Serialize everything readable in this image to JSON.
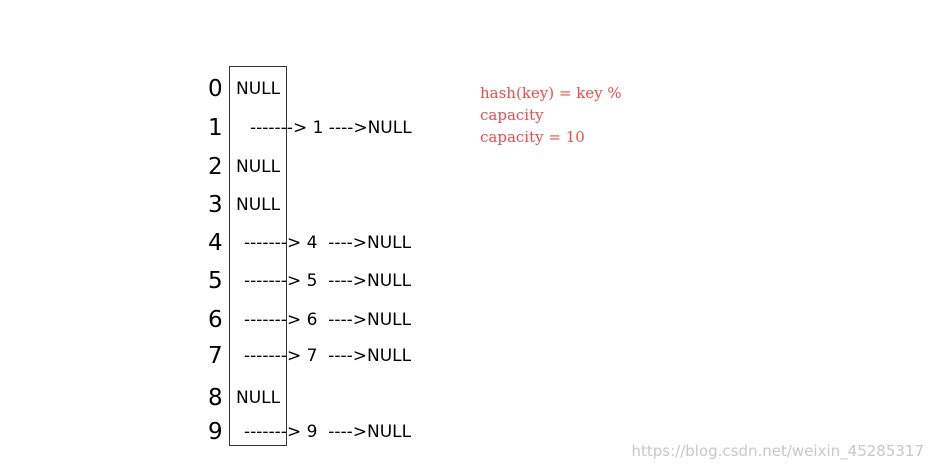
{
  "rows": [
    {
      "index": "0",
      "null_cell": "NULL",
      "chain": ""
    },
    {
      "index": "1",
      "null_cell": "",
      "chain": "-------> 1 ---->NULL"
    },
    {
      "index": "2",
      "null_cell": "NULL",
      "chain": ""
    },
    {
      "index": "3",
      "null_cell": "NULL",
      "chain": ""
    },
    {
      "index": "4",
      "null_cell": "",
      "chain": "-------> 4  ---->NULL"
    },
    {
      "index": "5",
      "null_cell": "",
      "chain": "-------> 5  ---->NULL"
    },
    {
      "index": "6",
      "null_cell": "",
      "chain": "-------> 6  ---->NULL"
    },
    {
      "index": "7",
      "null_cell": "",
      "chain": "-------> 7  ---->NULL"
    },
    {
      "index": "8",
      "null_cell": "NULL",
      "chain": ""
    },
    {
      "index": "9",
      "null_cell": "",
      "chain": "-------> 9  ---->NULL"
    }
  ],
  "formula": {
    "line1": "hash(key) = key %",
    "line2": "capacity",
    "line3": "capacity = 10"
  },
  "watermark": "https://blog.csdn.net/weixin_45285317",
  "colors": {
    "formula": "#f04a4a",
    "watermark": "#c8c8c8",
    "box_border": "#333333"
  }
}
